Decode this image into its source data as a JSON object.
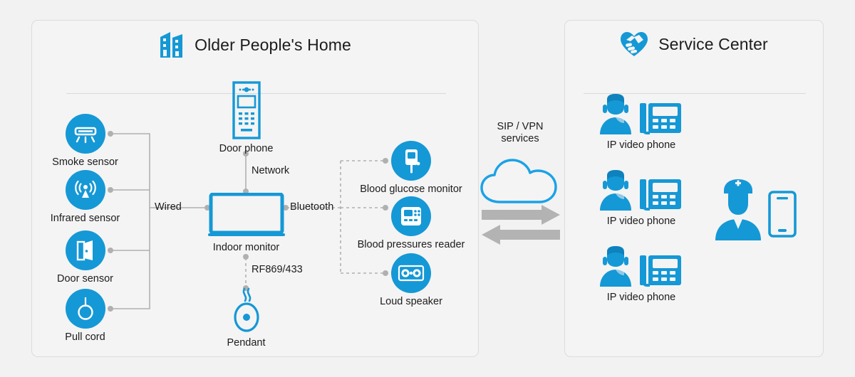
{
  "page": {
    "background": "#f2f2f2",
    "accent": "#1598d6",
    "line_color": "#b0b0b0",
    "arrow_color": "#b3b3b3",
    "text_color": "#1c1c1c"
  },
  "panels": {
    "home": {
      "title": "Older People's Home",
      "icon": "office-building-icon"
    },
    "service_center": {
      "title": "Service Center",
      "icon": "handshake-heart-icon"
    }
  },
  "home": {
    "sensors": [
      {
        "label": "Smoke sensor",
        "icon": "smoke-sensor-icon"
      },
      {
        "label": "Infrared sensor",
        "icon": "infrared-sensor-icon"
      },
      {
        "label": "Door sensor",
        "icon": "door-sensor-icon"
      },
      {
        "label": "Pull cord",
        "icon": "pull-cord-icon"
      }
    ],
    "devices": [
      {
        "label": "Door phone",
        "icon": "door-phone-icon"
      },
      {
        "label": "Indoor monitor",
        "icon": "indoor-monitor-icon"
      },
      {
        "label": "Pendant",
        "icon": "pendant-icon"
      }
    ],
    "bluetooth_devices": [
      {
        "label": "Blood glucose monitor",
        "icon": "blood-glucose-monitor-icon"
      },
      {
        "label": "Blood pressures reader",
        "icon": "blood-pressure-reader-icon"
      },
      {
        "label": "Loud speaker",
        "icon": "loud-speaker-icon"
      }
    ],
    "connections": {
      "wired": "Wired",
      "network": "Network",
      "bluetooth": "Bluetooth",
      "rf": "RF869/433"
    }
  },
  "cloud": {
    "line1": "SIP / VPN",
    "line2": "services",
    "icon": "cloud-icon",
    "arrow_right": "arrow-right-icon",
    "arrow_left": "arrow-left-icon"
  },
  "service_center": {
    "operators": [
      {
        "label": "IP video phone",
        "icon": "operator-ip-phone-icon"
      },
      {
        "label": "IP video phone",
        "icon": "operator-ip-phone-icon"
      },
      {
        "label": "IP video phone",
        "icon": "operator-ip-phone-icon"
      }
    ],
    "staff": {
      "label": "",
      "icon": "nurse-smartphone-icon"
    }
  }
}
